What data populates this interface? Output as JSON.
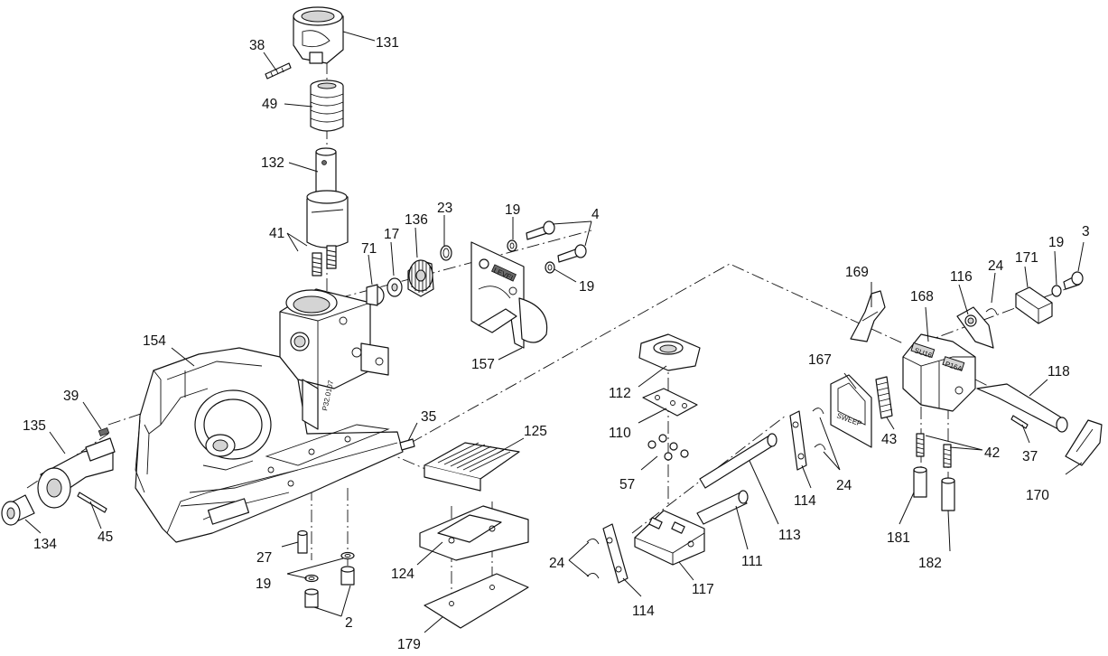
{
  "title": "",
  "line_color": "#111111",
  "background_color": "#ffffff",
  "part_labels": {
    "p2": "2",
    "p3": "3",
    "p4": "4",
    "p17": "17",
    "p19a": "19",
    "p19b": "19",
    "p19c": "19",
    "p19d": "19",
    "p23": "23",
    "p24a": "24",
    "p24b": "24",
    "p24c": "24",
    "p27": "27",
    "p35": "35",
    "p37": "37",
    "p38": "38",
    "p39": "39",
    "p41": "41",
    "p42": "42",
    "p43": "43",
    "p45": "45",
    "p49": "49",
    "p57": "57",
    "p71": "71",
    "p110": "110",
    "p111": "111",
    "p112": "112",
    "p113": "113",
    "p114a": "114",
    "p114b": "114",
    "p116": "116",
    "p117": "117",
    "p118": "118",
    "p124": "124",
    "p125": "125",
    "p131": "131",
    "p132": "132",
    "p134": "134",
    "p135": "135",
    "p136": "136",
    "p154": "154",
    "p157": "157",
    "p167": "167",
    "p168": "168",
    "p169": "169",
    "p170": "170",
    "p171": "171",
    "p179": "179",
    "p181": "181",
    "p182": "182"
  },
  "engravings": {
    "housing_model": "P32.0107",
    "jaw_block_left": "SU16",
    "jaw_block_right": "P16A",
    "plate_167": "SWEEP",
    "bracket_157": "LEVEL"
  }
}
